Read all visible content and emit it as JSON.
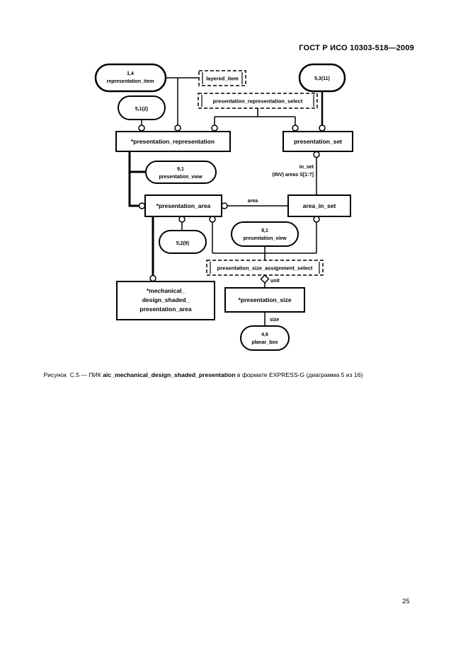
{
  "page": {
    "header": "ГОСТ Р ИСО 10303-518—2009",
    "page_number": "25",
    "caption": {
      "prefix": "Рисунок  С.5 — ПИК ",
      "bold": "aic_mechanical_design_shaded_presentation",
      "suffix": " в формате EXPRESS-G (диаграмма 5 из 16)"
    }
  },
  "diagram": {
    "type": "EXPRESS-G schema diagram",
    "page_refs": {
      "representation_item": {
        "ref": "1,4",
        "name": "representation_item"
      },
      "ref_5_1_2": {
        "ref": "5,1(2)"
      },
      "ref_5_3_11": {
        "ref": "5,3(11)"
      },
      "presentation_view_top": {
        "ref": "9,1",
        "name": "presentation_view"
      },
      "ref_5_2_9": {
        "ref": "5,2(9)"
      },
      "presentation_view_mid": {
        "ref": "9,1",
        "name": "presentation_view"
      },
      "planar_box": {
        "ref": "4,6",
        "name": "planar_box"
      }
    },
    "select_types": {
      "layered_item": "layered_item",
      "presentation_representation_select": "presentation_representation_select",
      "presentation_size_assignment_select": "presentation_size_assignment_select"
    },
    "entities": {
      "presentation_representation": "*presentation_representation",
      "presentation_set": "presentation_set",
      "presentation_area": "*presentation_area",
      "area_in_set": "area_in_set",
      "mechanical_design_shaded_presentation_area": {
        "line1": "*mechanical_",
        "line2": "design_shaded_",
        "line3": "presentation_area"
      },
      "presentation_size": "*presentation_size"
    },
    "labels": {
      "in_set": "in_set",
      "inv_areas": "(INV) areas S[1:?]",
      "area": "area",
      "unit": "unit",
      "size": "size"
    }
  }
}
